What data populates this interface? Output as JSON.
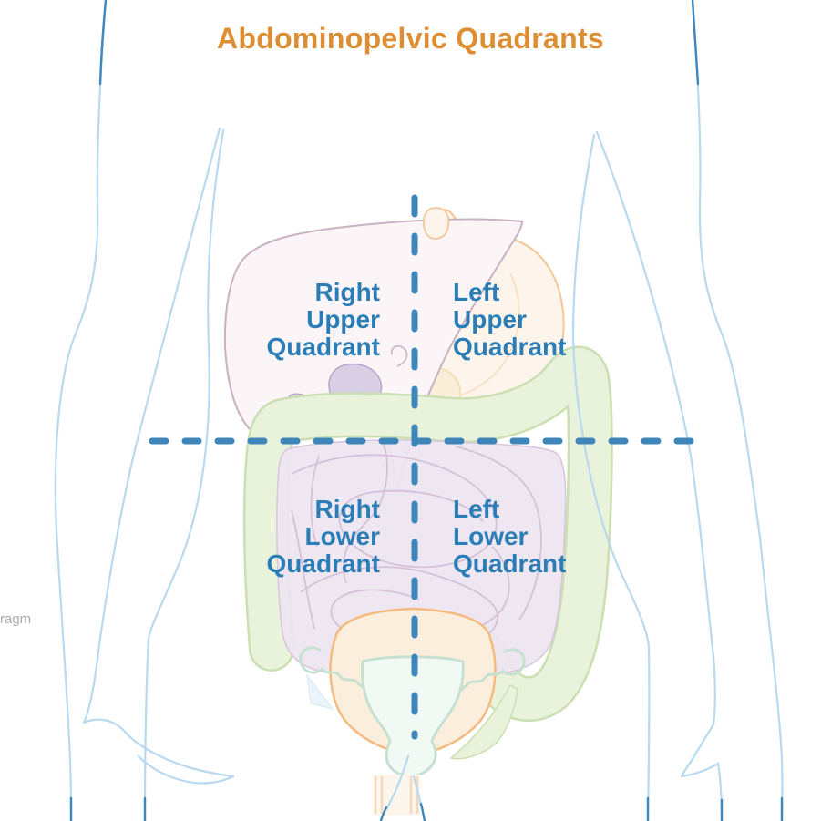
{
  "title": {
    "text": "Abdominopelvic Quadrants"
  },
  "quadrant_labels": {
    "ruq": {
      "line1": "Right",
      "line2": "Upper",
      "line3": "Quadrant"
    },
    "luq": {
      "line1": "Left",
      "line2": "Upper",
      "line3": "Quadrant"
    },
    "rlq": {
      "line1": "Right",
      "line2": "Lower",
      "line3": "Quadrant"
    },
    "llq": {
      "line1": "Left",
      "line2": "Lower",
      "line3": "Quadrant"
    }
  },
  "partial_edge_label": {
    "text": "ragm"
  },
  "colors": {
    "title_orange": "#DD8E33",
    "quadrant_label_blue": "#2B7DB5",
    "divider_line_blue": "#3E86BA",
    "body_outline_light_blue": "#B9D9EF",
    "body_outline_dark_blue": "#3D87BB",
    "liver_outline": "#C8B2C3",
    "stomach_outline": "#F4C698",
    "colon_green": "#E9F2DB",
    "intestine_lavender": "#EDE5F1",
    "uterus_orange": "#F4BA80",
    "reproductive_mint": "#C6E0D2",
    "edge_label_gray": "#ABABAB"
  }
}
